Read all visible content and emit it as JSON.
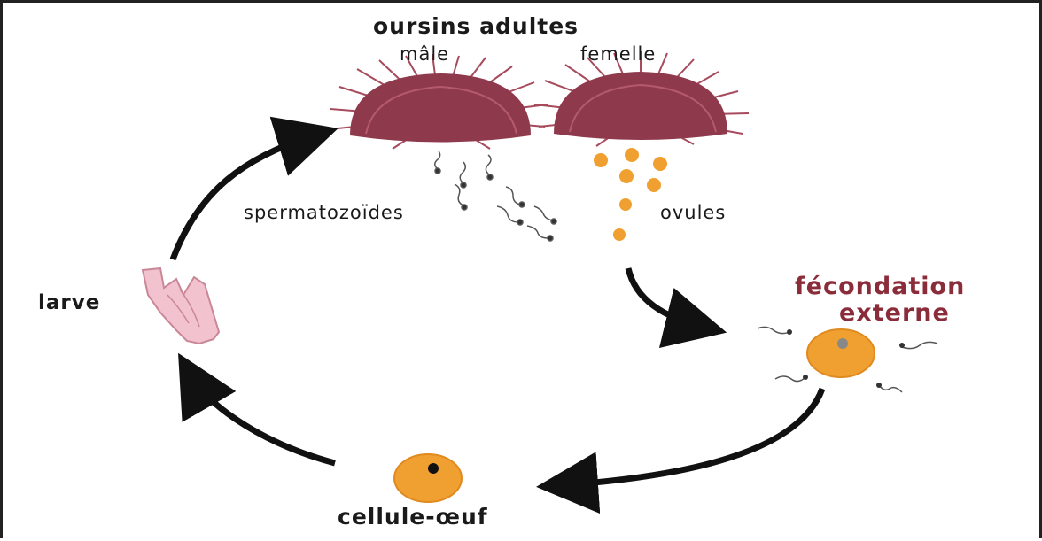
{
  "diagram": {
    "title": "oursins adultes",
    "male_label": "mâle",
    "female_label": "femelle",
    "sperm_label": "spermatozoïdes",
    "ova_label": "ovules",
    "fertilization_label_line1": "fécondation",
    "fertilization_label_line2": "externe",
    "larva_label": "larve",
    "egg_cell_label": "cellule-œuf"
  },
  "colors": {
    "urchin": "#8e3a4c",
    "urchin_spine": "#a64a5c",
    "ovum": "#f0a030",
    "larva": "#f2c3cf",
    "arrow": "#111111",
    "fertilization_text": "#8b2c3a"
  }
}
